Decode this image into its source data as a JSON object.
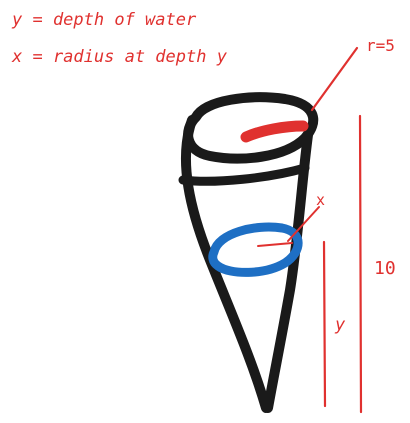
{
  "definitions": {
    "y_def": "y = depth of water",
    "x_def": "x = radius at depth y"
  },
  "labels": {
    "outer_radius": "r=5",
    "water_radius": "x",
    "cone_height": "10",
    "water_depth": "y"
  },
  "colors": {
    "cone_outline": "#1a1a1a",
    "annotation_red": "#e0312f",
    "water_surface_blue": "#1e6fc4"
  }
}
